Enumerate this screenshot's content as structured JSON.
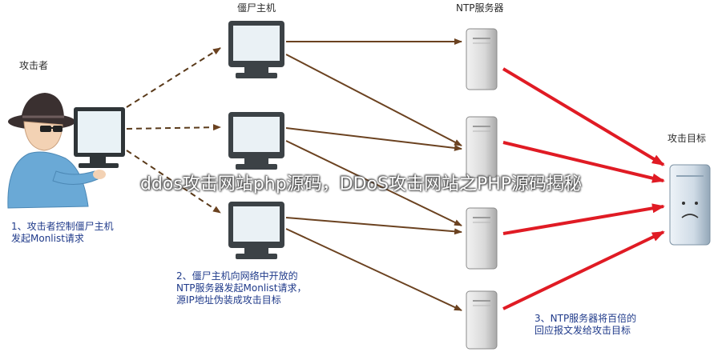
{
  "labels": {
    "attacker": "攻击者",
    "zombies": "僵尸主机",
    "ntp_servers": "NTP服务器",
    "target": "攻击目标"
  },
  "notes": {
    "step1": [
      "1、攻击者控制僵尸主机",
      "发起Monlist请求"
    ],
    "step2": [
      "2、僵尸主机向网络中开放的",
      "NTP服务器发起Monlist请求，",
      "源IP地址伪装成攻击目标"
    ],
    "step3": [
      "3、NTP服务器将百倍的",
      "回应报文发给攻击目标"
    ]
  },
  "overlay_title": "ddos攻击网站php源码，DDoS攻击网站之PHP源码揭秘",
  "colors": {
    "dashed_arrow": "#5a3a1a",
    "solid_arrow": "#6b4220",
    "red_arrow": "#e01b24",
    "note_text": "#1f3a8a"
  }
}
